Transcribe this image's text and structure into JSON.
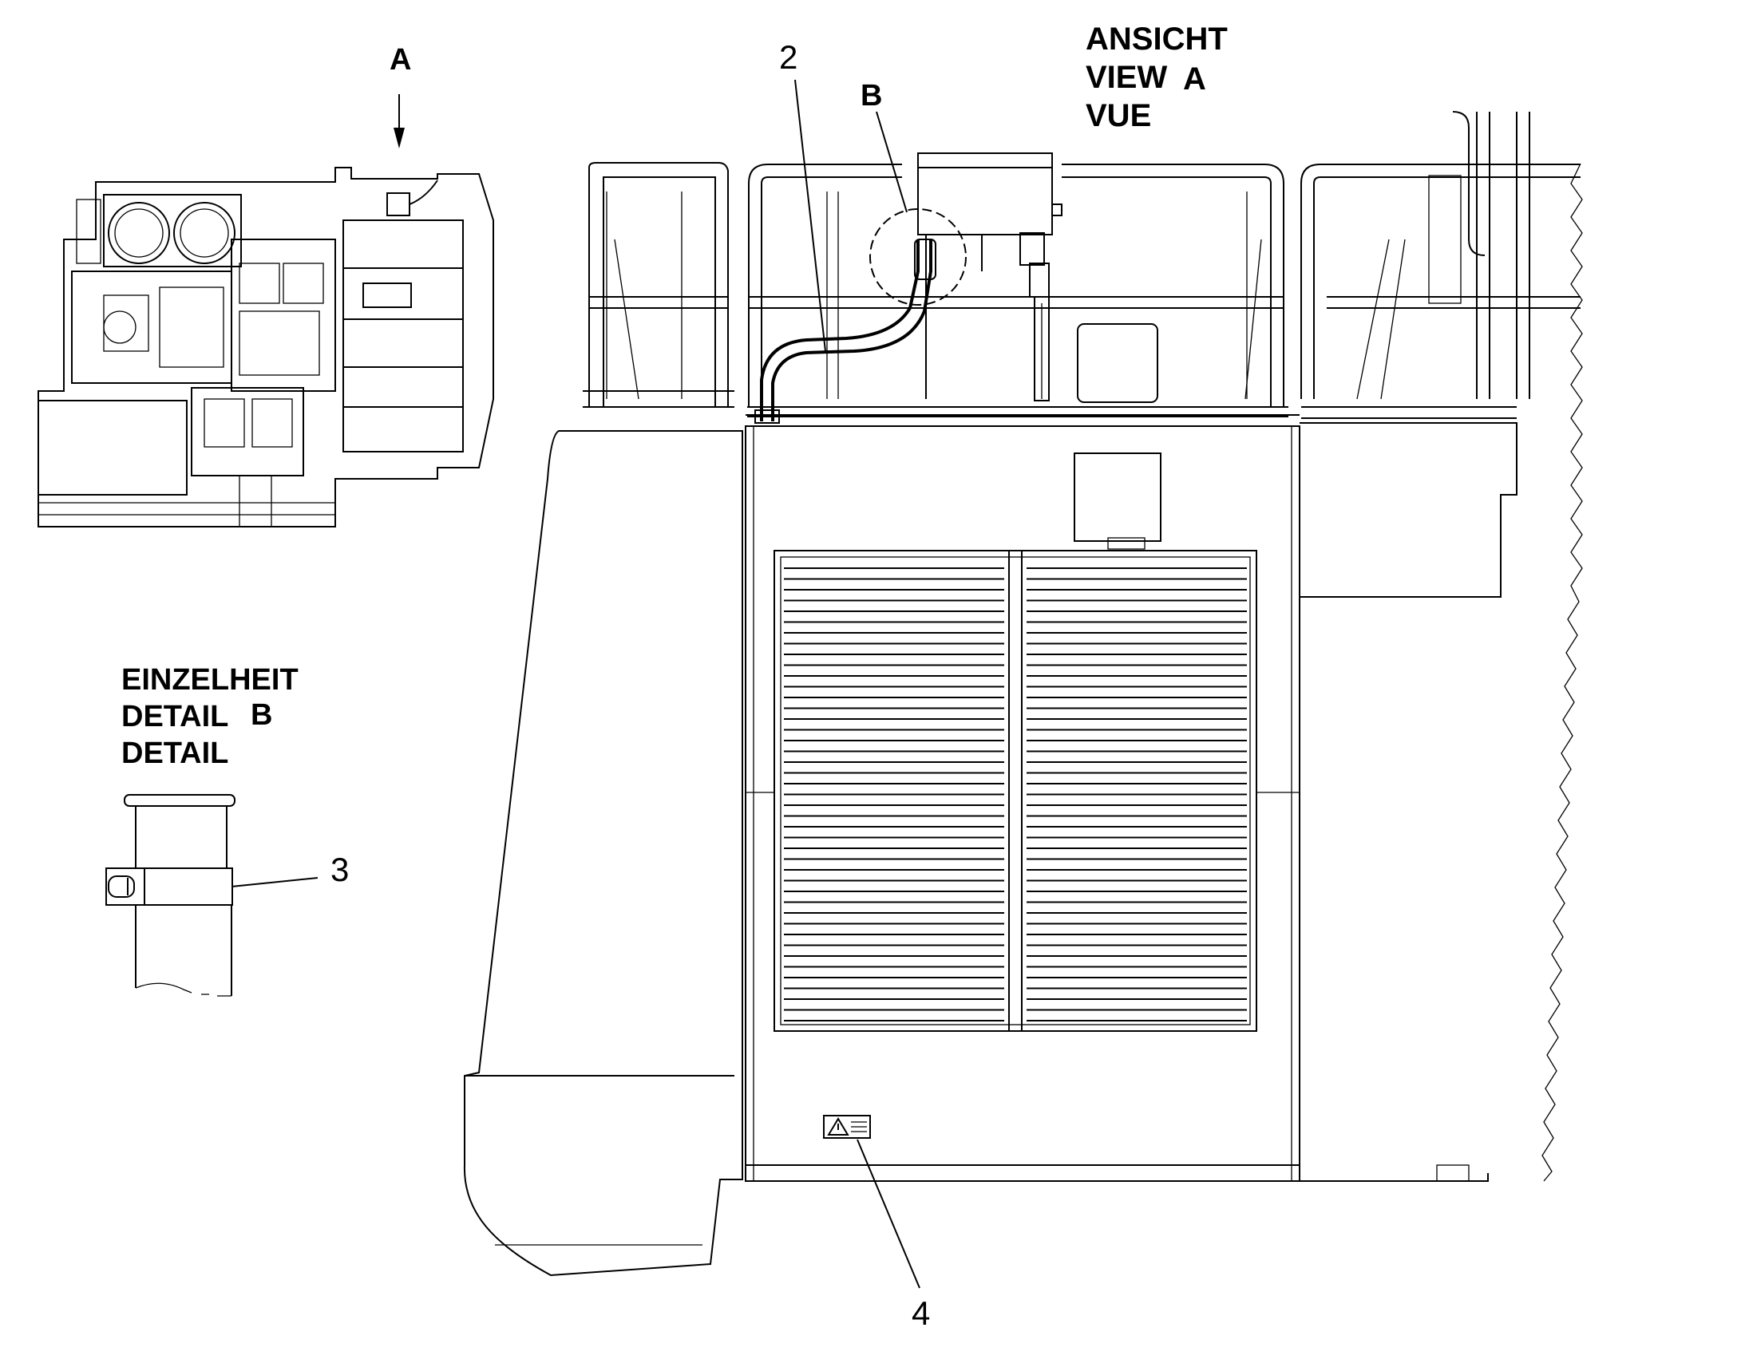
{
  "view_label": {
    "lines": [
      "ANSICHT",
      "VIEW",
      "VUE"
    ],
    "letter": "A"
  },
  "detail_label": {
    "lines": [
      "EINZELHEIT",
      "DETAIL",
      "DETAIL"
    ],
    "letter": "B"
  },
  "view_arrow_letter": "A",
  "detail_circle_letter": "B",
  "callouts": [
    "2",
    "3",
    "4"
  ]
}
